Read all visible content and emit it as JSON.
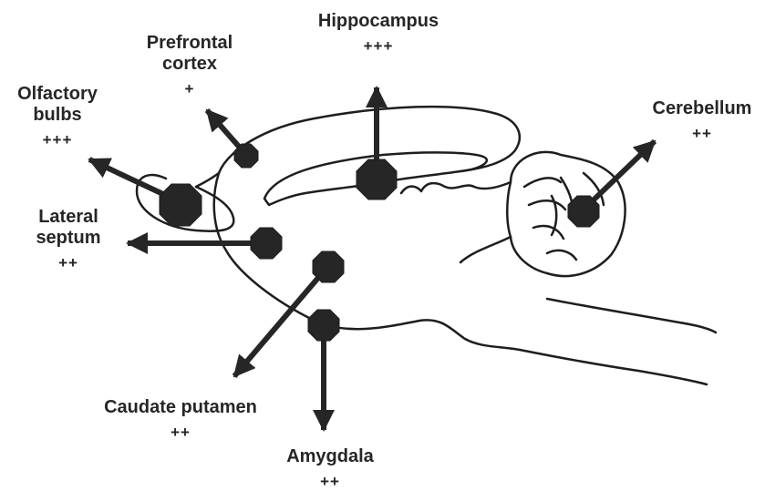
{
  "regions": {
    "hippocampus": {
      "name": "Hippocampus",
      "score": "+++"
    },
    "prefrontal_cortex": {
      "name_line1": "Prefrontal",
      "name_line2": "cortex",
      "score": "+"
    },
    "olfactory_bulbs": {
      "name_line1": "Olfactory",
      "name_line2": "bulbs",
      "score": "+++"
    },
    "cerebellum": {
      "name": "Cerebellum",
      "score": "++"
    },
    "lateral_septum": {
      "name_line1": "Lateral",
      "name_line2": "septum",
      "score": "++"
    },
    "caudate_putamen": {
      "name": "Caudate putamen",
      "score": "++"
    },
    "amygdala": {
      "name": "Amygdala",
      "score": "++"
    }
  },
  "colors": {
    "outline": "#1e1e1e",
    "marker": "#262626",
    "text": "#262626"
  }
}
